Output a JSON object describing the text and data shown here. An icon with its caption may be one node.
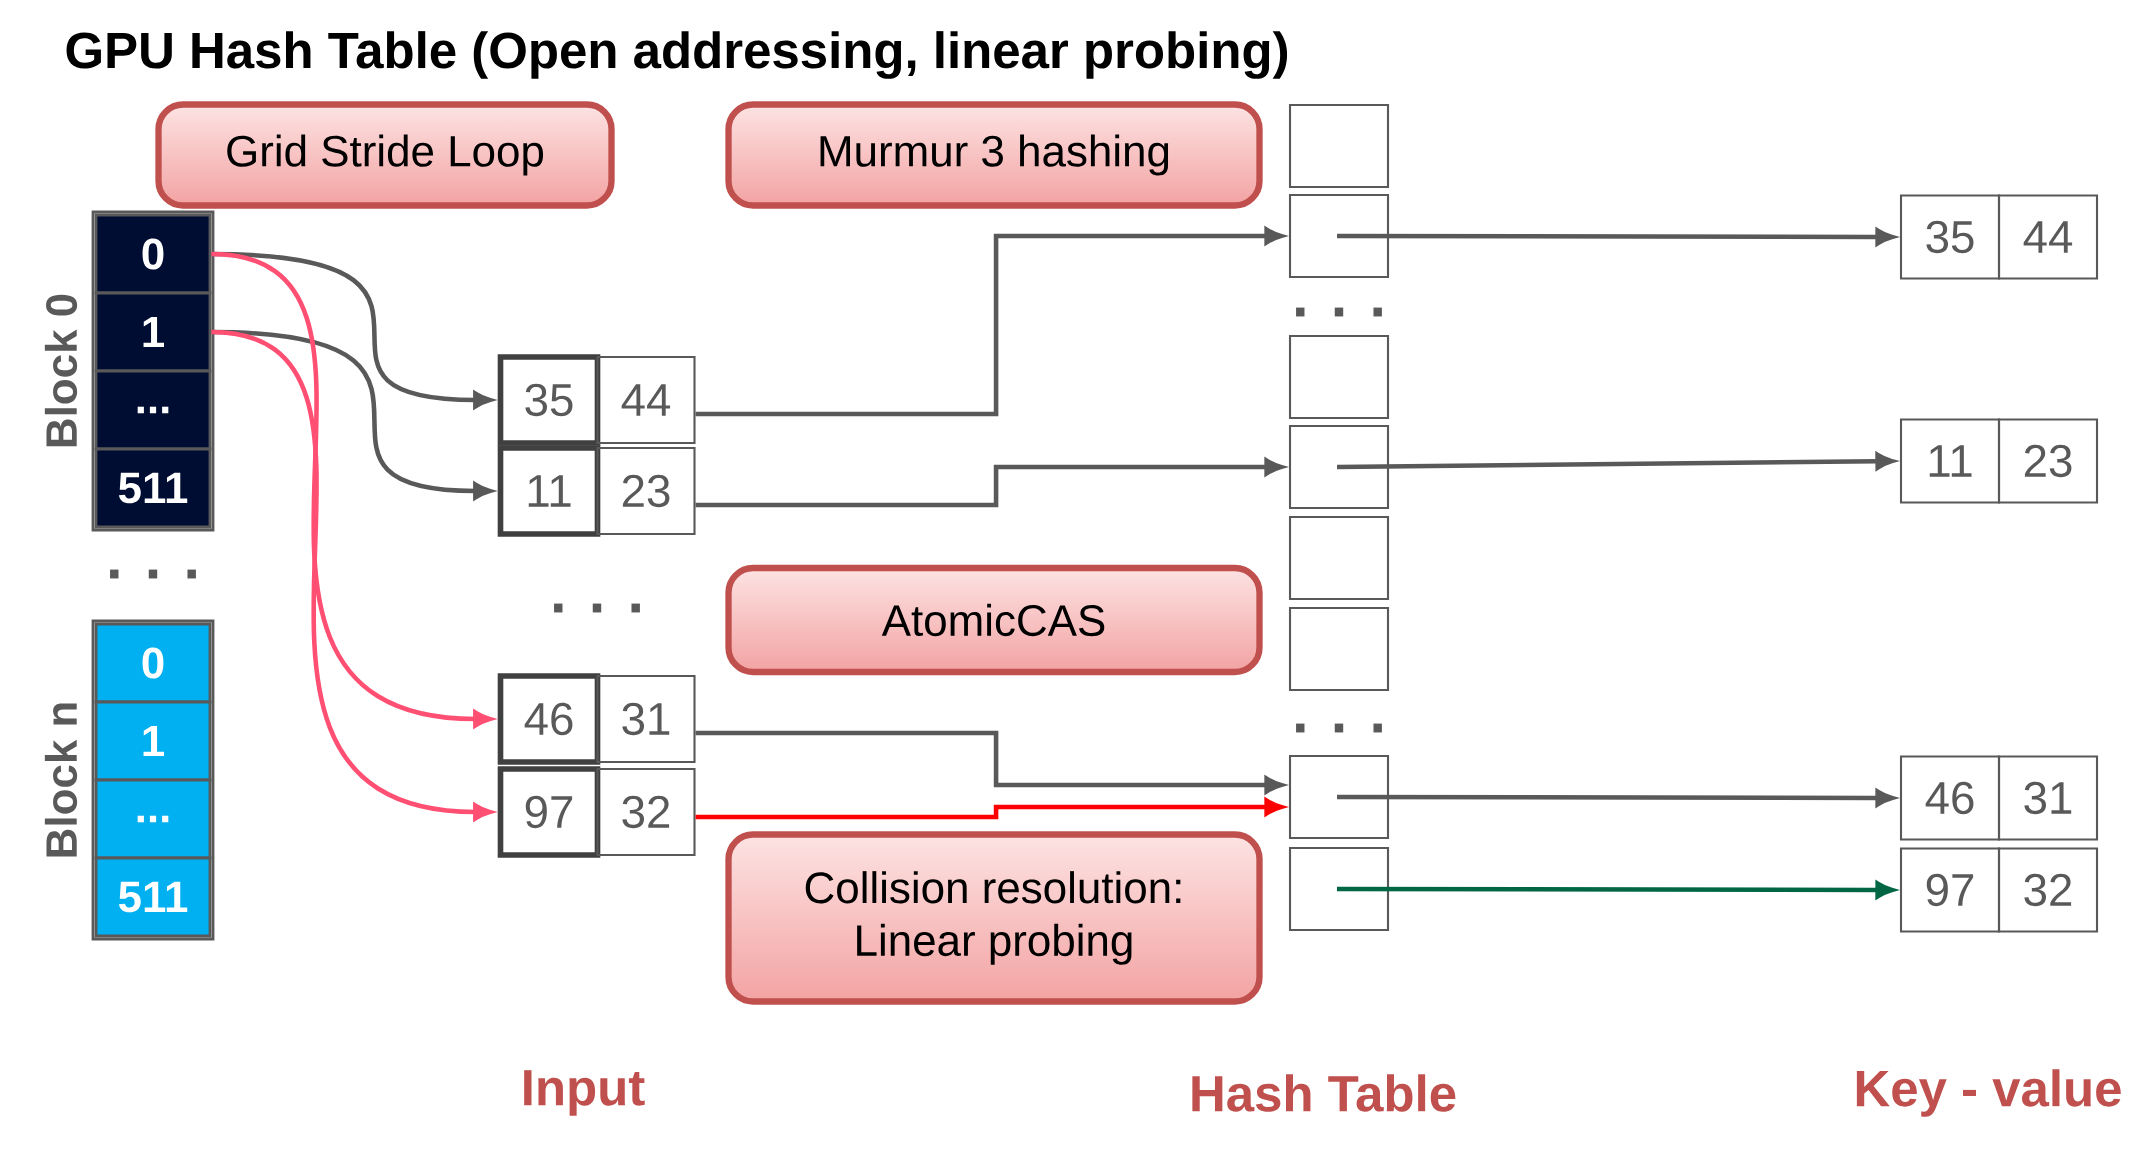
{
  "diagram": {
    "title": "GPU Hash Table (Open addressing, linear probing)",
    "nodes": [
      {
        "text": [
          "Grid Stride Loop"
        ]
      },
      {
        "text": [
          "Murmur 3 hashing"
        ]
      },
      {
        "text": [
          "AtomicCAS"
        ]
      },
      {
        "text": [
          "Collision resolution: Linear probing"
        ]
      },
      {
        "text": [
          "Block 0"
        ]
      },
      {
        "text": [
          "0"
        ],
        "in": 4
      },
      {
        "text": [
          "1"
        ],
        "in": 4
      },
      {
        "text": [
          "..."
        ],
        "in": 4
      },
      {
        "text": [
          "511"
        ],
        "in": 4
      },
      {
        "text": [
          "Block n"
        ]
      },
      {
        "text": [
          "0"
        ],
        "in": 9
      },
      {
        "text": [
          "1"
        ],
        "in": 9
      },
      {
        "text": [
          "..."
        ],
        "in": 9
      },
      {
        "text": [
          "511"
        ],
        "in": 9
      },
      {
        "text": [
          "35"
        ]
      },
      {
        "text": [
          "44"
        ]
      },
      {
        "text": [
          "11"
        ]
      },
      {
        "text": [
          "23"
        ]
      },
      {
        "text": [
          "46"
        ]
      },
      {
        "text": [
          "31"
        ]
      },
      {
        "text": [
          "97"
        ]
      },
      {
        "text": [
          "32"
        ]
      },
      {
        "text": [],
        "shape": "box"
      },
      {
        "text": [],
        "shape": "box"
      },
      {
        "text": [],
        "shape": "box"
      },
      {
        "text": [],
        "shape": "box"
      },
      {
        "text": [],
        "shape": "box"
      },
      {
        "text": [],
        "shape": "box"
      },
      {
        "text": [],
        "shape": "box"
      },
      {
        "text": [],
        "shape": "box"
      },
      {
        "text": [
          "35"
        ]
      },
      {
        "text": [
          "44"
        ]
      },
      {
        "text": [
          "11"
        ]
      },
      {
        "text": [
          "23"
        ]
      },
      {
        "text": [
          "46"
        ]
      },
      {
        "text": [
          "31"
        ]
      },
      {
        "text": [
          "97"
        ]
      },
      {
        "text": [
          "32"
        ]
      }
    ],
    "edges": [
      {
        "from": 5,
        "to": 14,
        "arrow": "to"
      },
      {
        "from": 6,
        "to": 16,
        "arrow": "to"
      },
      {
        "from": 5,
        "to": 18,
        "arrow": "to",
        "color": "#ff4f72"
      },
      {
        "from": 6,
        "to": 20,
        "arrow": "to",
        "color": "#ff4f72"
      },
      {
        "from": 15,
        "to": 23,
        "arrow": "to"
      },
      {
        "from": 17,
        "to": 25,
        "arrow": "to"
      },
      {
        "from": 19,
        "to": 28,
        "arrow": "to"
      },
      {
        "from": 21,
        "to": 28,
        "arrow": "to",
        "color": "#ff0000"
      },
      {
        "from": 23,
        "to": 30,
        "arrow": "to"
      },
      {
        "from": 25,
        "to": 32,
        "arrow": "to"
      },
      {
        "from": 28,
        "to": 34,
        "arrow": "to"
      },
      {
        "from": 29,
        "to": 36,
        "arrow": "to",
        "color": "#006644"
      }
    ],
    "labels": [
      ". . .",
      ". . .",
      ". . .",
      ". . .",
      "Input",
      "Hash Table",
      "Key - value"
    ]
  }
}
